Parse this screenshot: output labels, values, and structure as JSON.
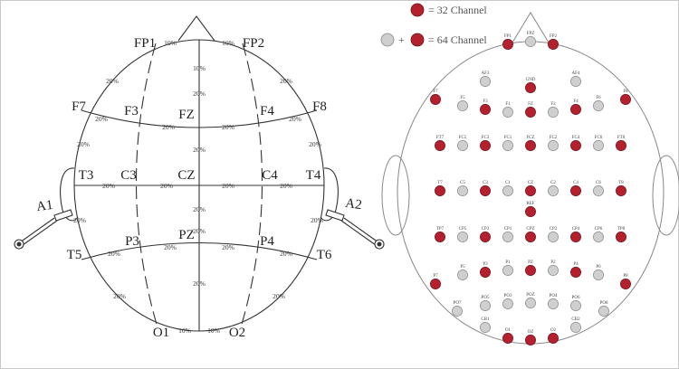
{
  "left": {
    "electrodes": [
      {
        "id": "FP1",
        "label": "FP1"
      },
      {
        "id": "FP2",
        "label": "FP2"
      },
      {
        "id": "F7",
        "label": "F7"
      },
      {
        "id": "F3",
        "label": "F3"
      },
      {
        "id": "FZ",
        "label": "FZ"
      },
      {
        "id": "F4",
        "label": "F4"
      },
      {
        "id": "F8",
        "label": "F8"
      },
      {
        "id": "T3",
        "label": "T3"
      },
      {
        "id": "C3",
        "label": "C3"
      },
      {
        "id": "CZ",
        "label": "CZ"
      },
      {
        "id": "C4",
        "label": "C4"
      },
      {
        "id": "T4",
        "label": "T4"
      },
      {
        "id": "A1",
        "label": "A1"
      },
      {
        "id": "A2",
        "label": "A2"
      },
      {
        "id": "T5",
        "label": "T5"
      },
      {
        "id": "P3",
        "label": "P3"
      },
      {
        "id": "PZ",
        "label": "PZ"
      },
      {
        "id": "P4",
        "label": "P4"
      },
      {
        "id": "T6",
        "label": "T6"
      },
      {
        "id": "O1",
        "label": "O1"
      },
      {
        "id": "O2",
        "label": "O2"
      }
    ],
    "percent_10": "10%",
    "percent_20": "20%"
  },
  "right": {
    "legend": {
      "item1": "= 32 Channel",
      "plus": "+",
      "item2": "= 64 Channel"
    },
    "colors": {
      "red": "#b5202e",
      "gray": "#cfcfcf"
    },
    "electrodes": [
      {
        "label": "FP1",
        "type": "red"
      },
      {
        "label": "FPZ",
        "type": "gray"
      },
      {
        "label": "FP2",
        "type": "red"
      },
      {
        "label": "AF3",
        "type": "gray"
      },
      {
        "label": "AF4",
        "type": "gray"
      },
      {
        "label": "GND",
        "type": "red"
      },
      {
        "label": "F7",
        "type": "red"
      },
      {
        "label": "F5",
        "type": "gray"
      },
      {
        "label": "F3",
        "type": "red"
      },
      {
        "label": "F1",
        "type": "gray"
      },
      {
        "label": "FZ",
        "type": "red"
      },
      {
        "label": "F2",
        "type": "gray"
      },
      {
        "label": "F4",
        "type": "red"
      },
      {
        "label": "F6",
        "type": "gray"
      },
      {
        "label": "F8",
        "type": "red"
      },
      {
        "label": "FT7",
        "type": "red"
      },
      {
        "label": "FC5",
        "type": "gray"
      },
      {
        "label": "FC3",
        "type": "red"
      },
      {
        "label": "FC1",
        "type": "gray"
      },
      {
        "label": "FCZ",
        "type": "red"
      },
      {
        "label": "FC2",
        "type": "gray"
      },
      {
        "label": "FC4",
        "type": "red"
      },
      {
        "label": "FC6",
        "type": "gray"
      },
      {
        "label": "FT8",
        "type": "red"
      },
      {
        "label": "T7",
        "type": "red"
      },
      {
        "label": "C5",
        "type": "gray"
      },
      {
        "label": "C3",
        "type": "red"
      },
      {
        "label": "C1",
        "type": "gray"
      },
      {
        "label": "CZ",
        "type": "red"
      },
      {
        "label": "C2",
        "type": "gray"
      },
      {
        "label": "C4",
        "type": "red"
      },
      {
        "label": "C6",
        "type": "gray"
      },
      {
        "label": "T8",
        "type": "red"
      },
      {
        "label": "REF",
        "type": "red"
      },
      {
        "label": "TP7",
        "type": "red"
      },
      {
        "label": "CP5",
        "type": "gray"
      },
      {
        "label": "CP3",
        "type": "red"
      },
      {
        "label": "CP1",
        "type": "gray"
      },
      {
        "label": "CPZ",
        "type": "red"
      },
      {
        "label": "CP2",
        "type": "gray"
      },
      {
        "label": "CP4",
        "type": "red"
      },
      {
        "label": "CP6",
        "type": "gray"
      },
      {
        "label": "TP8",
        "type": "red"
      },
      {
        "label": "P7",
        "type": "red"
      },
      {
        "label": "P5",
        "type": "gray"
      },
      {
        "label": "P3",
        "type": "red"
      },
      {
        "label": "P1",
        "type": "gray"
      },
      {
        "label": "PZ",
        "type": "red"
      },
      {
        "label": "P2",
        "type": "gray"
      },
      {
        "label": "P4",
        "type": "red"
      },
      {
        "label": "P6",
        "type": "gray"
      },
      {
        "label": "P8",
        "type": "red"
      },
      {
        "label": "PO7",
        "type": "gray"
      },
      {
        "label": "PO5",
        "type": "gray"
      },
      {
        "label": "PO3",
        "type": "gray"
      },
      {
        "label": "POZ",
        "type": "gray"
      },
      {
        "label": "PO4",
        "type": "gray"
      },
      {
        "label": "PO6",
        "type": "gray"
      },
      {
        "label": "PO8",
        "type": "gray"
      },
      {
        "label": "CB1",
        "type": "gray"
      },
      {
        "label": "O1",
        "type": "red"
      },
      {
        "label": "OZ",
        "type": "red"
      },
      {
        "label": "O2",
        "type": "red"
      },
      {
        "label": "CB2",
        "type": "gray"
      }
    ]
  }
}
